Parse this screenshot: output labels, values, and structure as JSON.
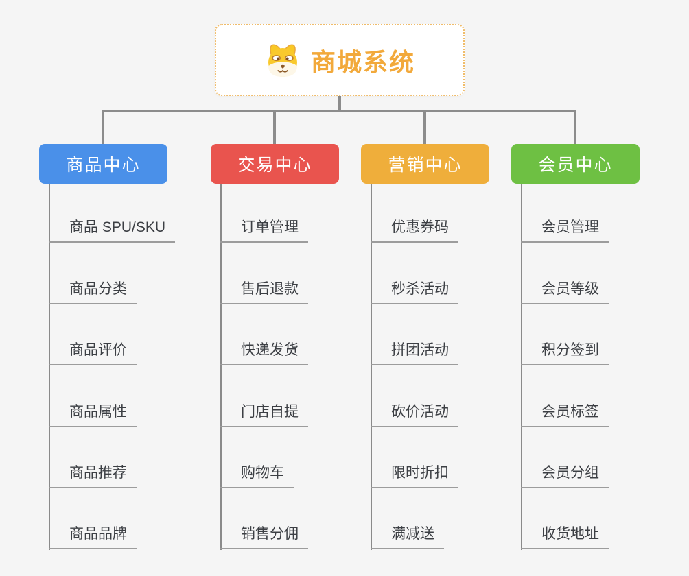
{
  "page": {
    "background_color": "#f5f5f5",
    "connector_color": "#8c8c8c",
    "underline_color": "#9c9c9c"
  },
  "root": {
    "title": "商城系统",
    "title_color": "#f2a93b",
    "border_color": "#f0bc6a",
    "icon": "shiba-dog-icon"
  },
  "branches": [
    {
      "label": "商品中心",
      "color": "#4a90e9",
      "items": [
        "商品 SPU/SKU",
        "商品分类",
        "商品评价",
        "商品属性",
        "商品推荐",
        "商品品牌"
      ]
    },
    {
      "label": "交易中心",
      "color": "#e9544e",
      "items": [
        "订单管理",
        "售后退款",
        "快递发货",
        "门店自提",
        "购物车",
        "销售分佣"
      ]
    },
    {
      "label": "营销中心",
      "color": "#efae3b",
      "items": [
        "优惠券码",
        "秒杀活动",
        "拼团活动",
        "砍价活动",
        "限时折扣",
        "满减送"
      ]
    },
    {
      "label": "会员中心",
      "color": "#6ec043",
      "items": [
        "会员管理",
        "会员等级",
        "积分签到",
        "会员标签",
        "会员分组",
        "收货地址"
      ]
    }
  ]
}
